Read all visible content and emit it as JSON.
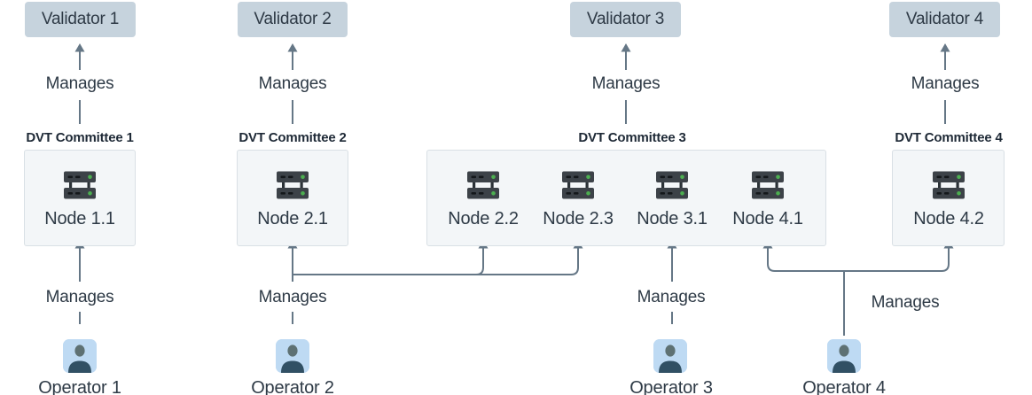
{
  "labels": {
    "manages": "Manages"
  },
  "colors": {
    "background": "#ffffff",
    "validator_box": "#c6d3dd",
    "committee_fill": "#f3f6f8",
    "committee_border": "#d9e0e5",
    "text": "#2e3a46",
    "connector_line": "#657786",
    "server_body": "#3c4248",
    "server_led_green": "#4caf50",
    "operator_icon_bg": "#bedaf3",
    "operator_silhouette": "#315064"
  },
  "validators": [
    {
      "label": "Validator 1"
    },
    {
      "label": "Validator 2"
    },
    {
      "label": "Validator 3"
    },
    {
      "label": "Validator 4"
    }
  ],
  "committees": [
    {
      "label": "DVT Committee 1",
      "nodes": [
        {
          "label": "Node 1.1"
        }
      ]
    },
    {
      "label": "DVT Committee 2",
      "nodes": [
        {
          "label": "Node 2.1"
        }
      ]
    },
    {
      "label": "DVT Committee 3",
      "nodes": [
        {
          "label": "Node 2.2"
        },
        {
          "label": "Node 2.3"
        },
        {
          "label": "Node 3.1"
        },
        {
          "label": "Node 4.1"
        }
      ]
    },
    {
      "label": "DVT Committee 4",
      "nodes": [
        {
          "label": "Node 4.2"
        }
      ]
    }
  ],
  "operators": [
    {
      "label": "Operator 1"
    },
    {
      "label": "Operator 2"
    },
    {
      "label": "Operator 3"
    },
    {
      "label": "Operator 4"
    }
  ]
}
